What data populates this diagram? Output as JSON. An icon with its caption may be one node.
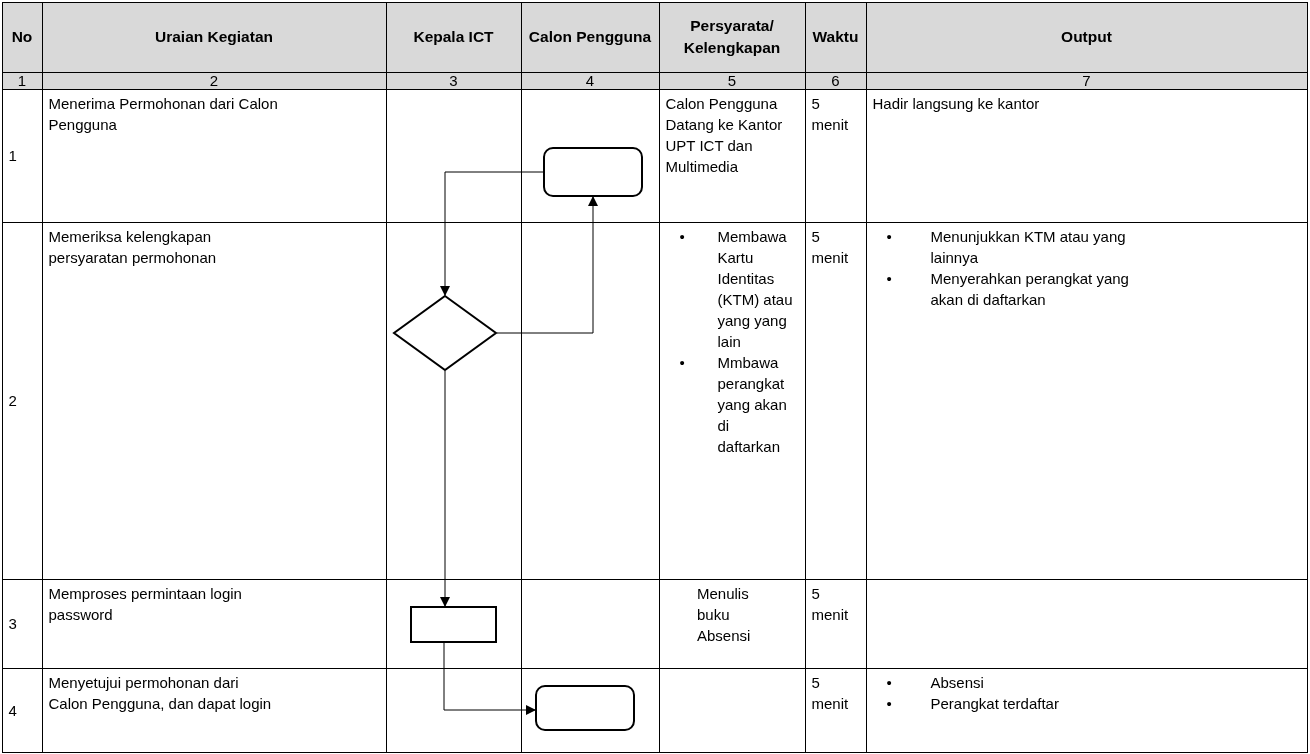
{
  "diagram": {
    "nodes": [
      {
        "text": [],
        "shape": "terminal"
      },
      {
        "text": [],
        "shape": "diamond"
      },
      {
        "text": [],
        "shape": "box"
      },
      {
        "text": [],
        "shape": "terminal"
      }
    ],
    "edges": [
      {
        "from": 0,
        "to": 1,
        "arrow": "to"
      },
      {
        "from": 1,
        "to": 0,
        "arrow": "to"
      },
      {
        "from": 1,
        "to": 2,
        "arrow": "to"
      },
      {
        "from": 2,
        "to": 3,
        "arrow": "to"
      }
    ],
    "labels": [
      "No",
      "Uraian Kegiatan",
      "Kepala ICT",
      "Calon Pengguna",
      "Persyarata/ Kelengkapan",
      "Waktu",
      "Output",
      "1",
      "2",
      "3",
      "4",
      "5",
      "6",
      "7",
      "1",
      "Menerima Permohonan dari Calon Pengguna",
      "Calon Pengguna Datang ke Kantor UPT ICT dan Multimedia",
      "5 menit",
      "Hadir langsung ke kantor",
      "2",
      "Memeriksa kelengkapan persyaratan permohonan",
      "•",
      "Membawa Kartu Identitas (KTM) atau yang yang lain",
      "•",
      "Mmbawa perangkat yang akan di daftarkan",
      "5 menit",
      "•",
      "Menunjukkan KTM atau yang lainnya",
      "•",
      "Menyerahkan perangkat yang akan di daftarkan",
      "3",
      "Memproses permintaan login password",
      "Menulis buku Absensi",
      "5 menit",
      "4",
      "Menyetujui permohonan dari Calon Pengguna, dan dapat login",
      "5 menit",
      "•",
      "Absensi",
      "•",
      "Perangkat terdaftar"
    ]
  }
}
